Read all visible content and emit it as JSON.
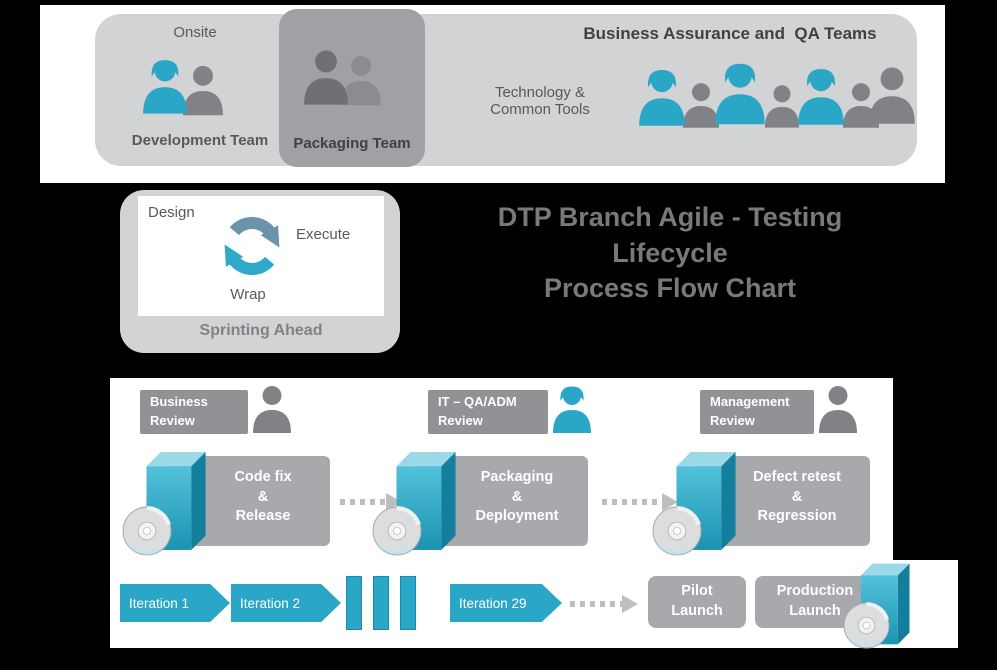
{
  "colors": {
    "teal": "#2AA7C7",
    "gray_icon": "#808285",
    "dark_text": "#58595B",
    "panel_gray": "#D2D3D5",
    "box_gray": "#A7A9AC",
    "title_gray": "#77797C",
    "arrow_gray": "#BCBEC0"
  },
  "top_panel": {
    "onsite_label": "Onsite",
    "development_team_label": "Development Team",
    "packaging_team_label": "Packaging Team",
    "technology_tools_label": "Technology &\nCommon Tools",
    "qa_teams_label": "Business Assurance and  QA Teams"
  },
  "sprint": {
    "design_label": "Design",
    "execute_label": "Execute",
    "wrap_label": "Wrap",
    "caption": "Sprinting Ahead"
  },
  "title": {
    "text": "DTP Branch Agile - Testing\nLifecycle\nProcess Flow Chart"
  },
  "flow": {
    "reviews": [
      {
        "label": "Business\nReview"
      },
      {
        "label": "IT – QA/ADM\nReview"
      },
      {
        "label": "Management\nReview"
      }
    ],
    "stages": [
      {
        "label": "Code fix\n&\nRelease"
      },
      {
        "label": "Packaging\n&\nDeployment"
      },
      {
        "label": "Defect retest\n&\nRegression"
      }
    ],
    "iterations": [
      {
        "label": "Iteration 1"
      },
      {
        "label": "Iteration 2"
      },
      {
        "label": "Iteration 29"
      }
    ],
    "launches": [
      {
        "label": "Pilot\nLaunch"
      },
      {
        "label": "Production\nLaunch"
      }
    ]
  }
}
